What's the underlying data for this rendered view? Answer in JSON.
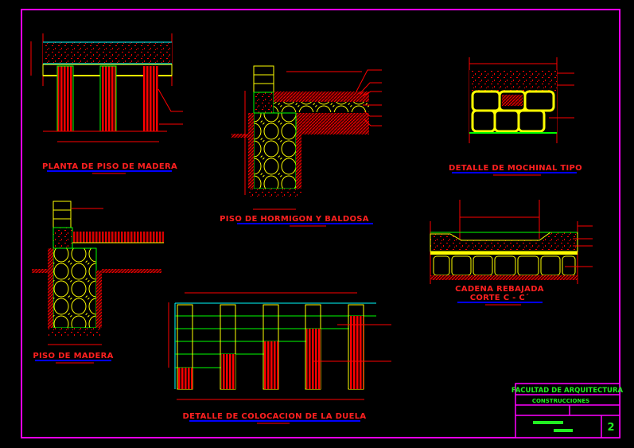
{
  "drawings": {
    "planta_piso_madera": {
      "title": "PLANTA DE PISO DE MADERA"
    },
    "piso_hormigon_baldosa": {
      "title": "PISO DE HORMIGON Y BALDOSA"
    },
    "detalle_mochinal": {
      "title": "DETALLE DE MOCHINAL TIPO"
    },
    "piso_madera": {
      "title": "PISO DE MADERA"
    },
    "cadena_rebajada": {
      "title_line1": "CADENA REBAJADA",
      "title_line2": "CORTE C - C´"
    },
    "colocacion_duela": {
      "title": "DETALLE DE COLOCACION DE LA DUELA"
    }
  },
  "title_block": {
    "school": "FACULTAD DE ARQUITECTURA",
    "subject": "CONSTRUCCIONES",
    "sheet_number": "2"
  },
  "colors": {
    "frame": "#ff00ff",
    "title": "#ff2020",
    "underline": "#0000ff",
    "green": "#22ee22",
    "yellow": "#ffff00",
    "red": "#ff0000",
    "cyan": "#00ffff"
  }
}
